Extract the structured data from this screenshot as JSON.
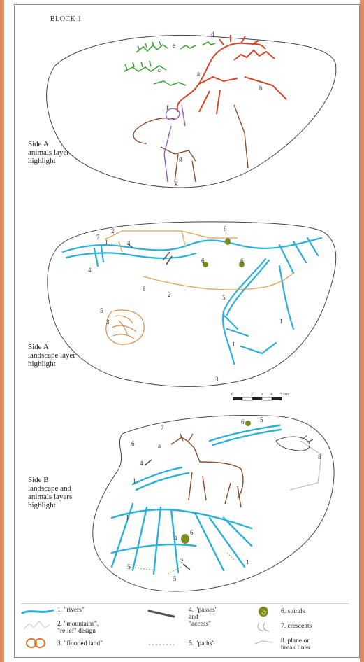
{
  "block_title": "BLOCK 1",
  "panels": {
    "top": {
      "caption": "Side A\nanimals layer\nhighlight"
    },
    "middle": {
      "caption": "Side A\nlandscape layer\nhighlight"
    },
    "bottom": {
      "caption": "Side B\nlandscape and\nanimals layers\nhighlight"
    }
  },
  "animal_letters": [
    "a",
    "b",
    "c",
    "d",
    "e",
    "f",
    "g"
  ],
  "scale": {
    "ticks": [
      "0",
      "1",
      "2",
      "3",
      "4",
      "5 cm"
    ]
  },
  "legend": [
    {
      "label": "1. \"rivers\"",
      "color": "#2bb0d8",
      "icon": "river-icon"
    },
    {
      "label": "2. \"mountains\",\n\"relief\" design",
      "color": "#c8c8c8",
      "icon": "mountain-icon"
    },
    {
      "label": "3. \"flooded land\"",
      "color": "#d9772a",
      "icon": "flooded-land-icon"
    },
    {
      "label": "4. \"passes\"\nand\n\"access\"",
      "color": "#555555",
      "icon": "pass-icon"
    },
    {
      "label": "5. \"paths\"",
      "color": "#6fb04a",
      "icon": "path-icon"
    },
    {
      "label": "6. spirals",
      "color": "#7f8a22",
      "icon": "spiral-icon"
    },
    {
      "label": "7. crescents",
      "color": "#a0a0a0",
      "icon": "crescent-icon"
    },
    {
      "label": "8. plane or\nbreak lines",
      "color": "#b0b0b0",
      "icon": "break-line-icon"
    }
  ],
  "colors": {
    "frame": "#e08a60",
    "river": "#2bb0d8",
    "deer": "#d8442a",
    "plant": "#3fa33a",
    "path_orange": "#e3a251",
    "brown": "#8a4b2a",
    "purple": "#8e5bc8",
    "outline": "#444444"
  }
}
